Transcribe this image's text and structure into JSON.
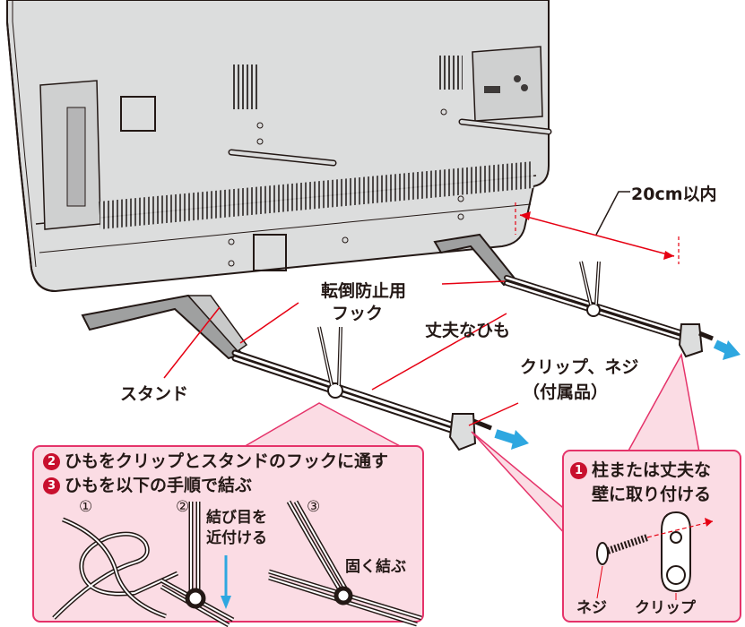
{
  "labels": {
    "distance": "20cm以内",
    "hook_line1": "転倒防止用",
    "hook_line2": "フック",
    "string": "丈夫なひも",
    "clip_screw_line1": "クリップ、ネジ",
    "clip_screw_line2": "（付属品）",
    "stand": "スタンド"
  },
  "panel_left": {
    "step2_num": "2",
    "step2_text": "ひもをクリップとスタンドのフックに通す",
    "step3_num": "3",
    "step3_text": "ひもを以下の手順で結ぶ",
    "sub1": "①",
    "sub2": "②",
    "sub3": "③",
    "sub2_line1": "結び目を",
    "sub2_line2": "近付ける",
    "sub3_text": "固く結ぶ"
  },
  "panel_right": {
    "step1_num": "1",
    "step1_line1": "柱または丈夫な",
    "step1_line2": "壁に取り付ける",
    "screw": "ネジ",
    "clip": "クリップ"
  },
  "colors": {
    "panel_fill": "#fbdce4",
    "panel_border": "#e5336a",
    "badge": "#c8102e",
    "arrow_blue": "#2ea7e0",
    "arrow_red": "#e60012",
    "tv_body": "#dcdddd",
    "line": "#231815"
  }
}
